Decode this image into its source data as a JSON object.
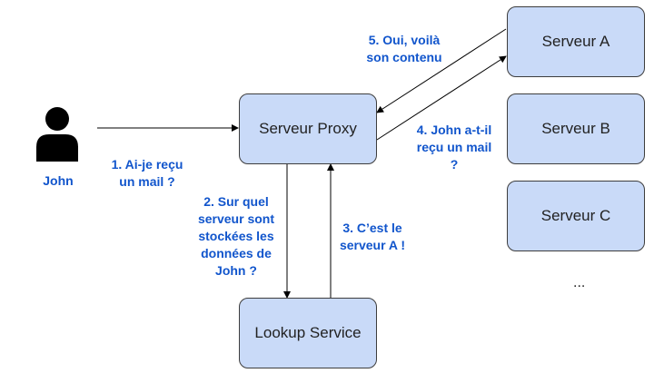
{
  "actor": {
    "name": "John",
    "icon": "person-icon"
  },
  "boxes": {
    "proxy": "Serveur Proxy",
    "server_a": "Serveur A",
    "server_b": "Serveur B",
    "server_c": "Serveur C",
    "lookup": "Lookup Service"
  },
  "steps": {
    "step1": "1. Ai-je reçu\nun mail ?",
    "step2": "2. Sur quel\nserveur sont\nstockées les\ndonnées de\nJohn ?",
    "step3": "3. C’est le\nserveur A !",
    "step4": "4. John a-t-il\nreçu un mail\n?",
    "step5": "5. Oui, voilà\nson contenu"
  },
  "ellipsis": "...",
  "colors": {
    "box_fill": "#c9daf8",
    "label_text": "#1155cc"
  }
}
